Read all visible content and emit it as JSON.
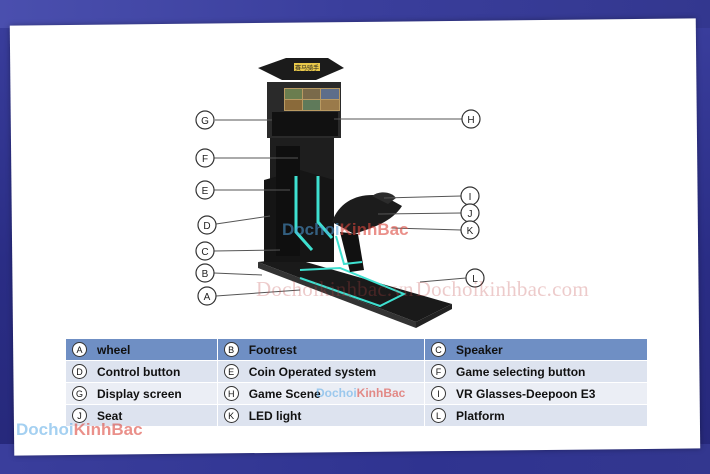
{
  "machine_sign": "赛马骑手",
  "callouts": [
    "A",
    "B",
    "C",
    "D",
    "E",
    "F",
    "G",
    "H",
    "I",
    "J",
    "K",
    "L"
  ],
  "legend": [
    [
      {
        "letter": "A",
        "label": "wheel"
      },
      {
        "letter": "B",
        "label": "Footrest"
      },
      {
        "letter": "C",
        "label": "Speaker"
      }
    ],
    [
      {
        "letter": "D",
        "label": "Control button"
      },
      {
        "letter": "E",
        "label": "Coin Operated system"
      },
      {
        "letter": "F",
        "label": "Game selecting button"
      }
    ],
    [
      {
        "letter": "G",
        "label": "Display screen"
      },
      {
        "letter": "H",
        "label": "Game Scene"
      },
      {
        "letter": "I",
        "label": "VR Glasses-Deepoon E3"
      }
    ],
    [
      {
        "letter": "J",
        "label": "Seat"
      },
      {
        "letter": "K",
        "label": "LED light"
      },
      {
        "letter": "L",
        "label": "Platform"
      }
    ]
  ],
  "watermark": {
    "text_a": "Dochoikinhbac.vn",
    "text_b": "Dochoikinhbac.com"
  },
  "logo": {
    "part_a": "Dochoi",
    "part_b": "KinhBac"
  },
  "colors": {
    "header_row": "#6f8fc4",
    "background": "#2f3390",
    "led": "#3ee0d0"
  }
}
